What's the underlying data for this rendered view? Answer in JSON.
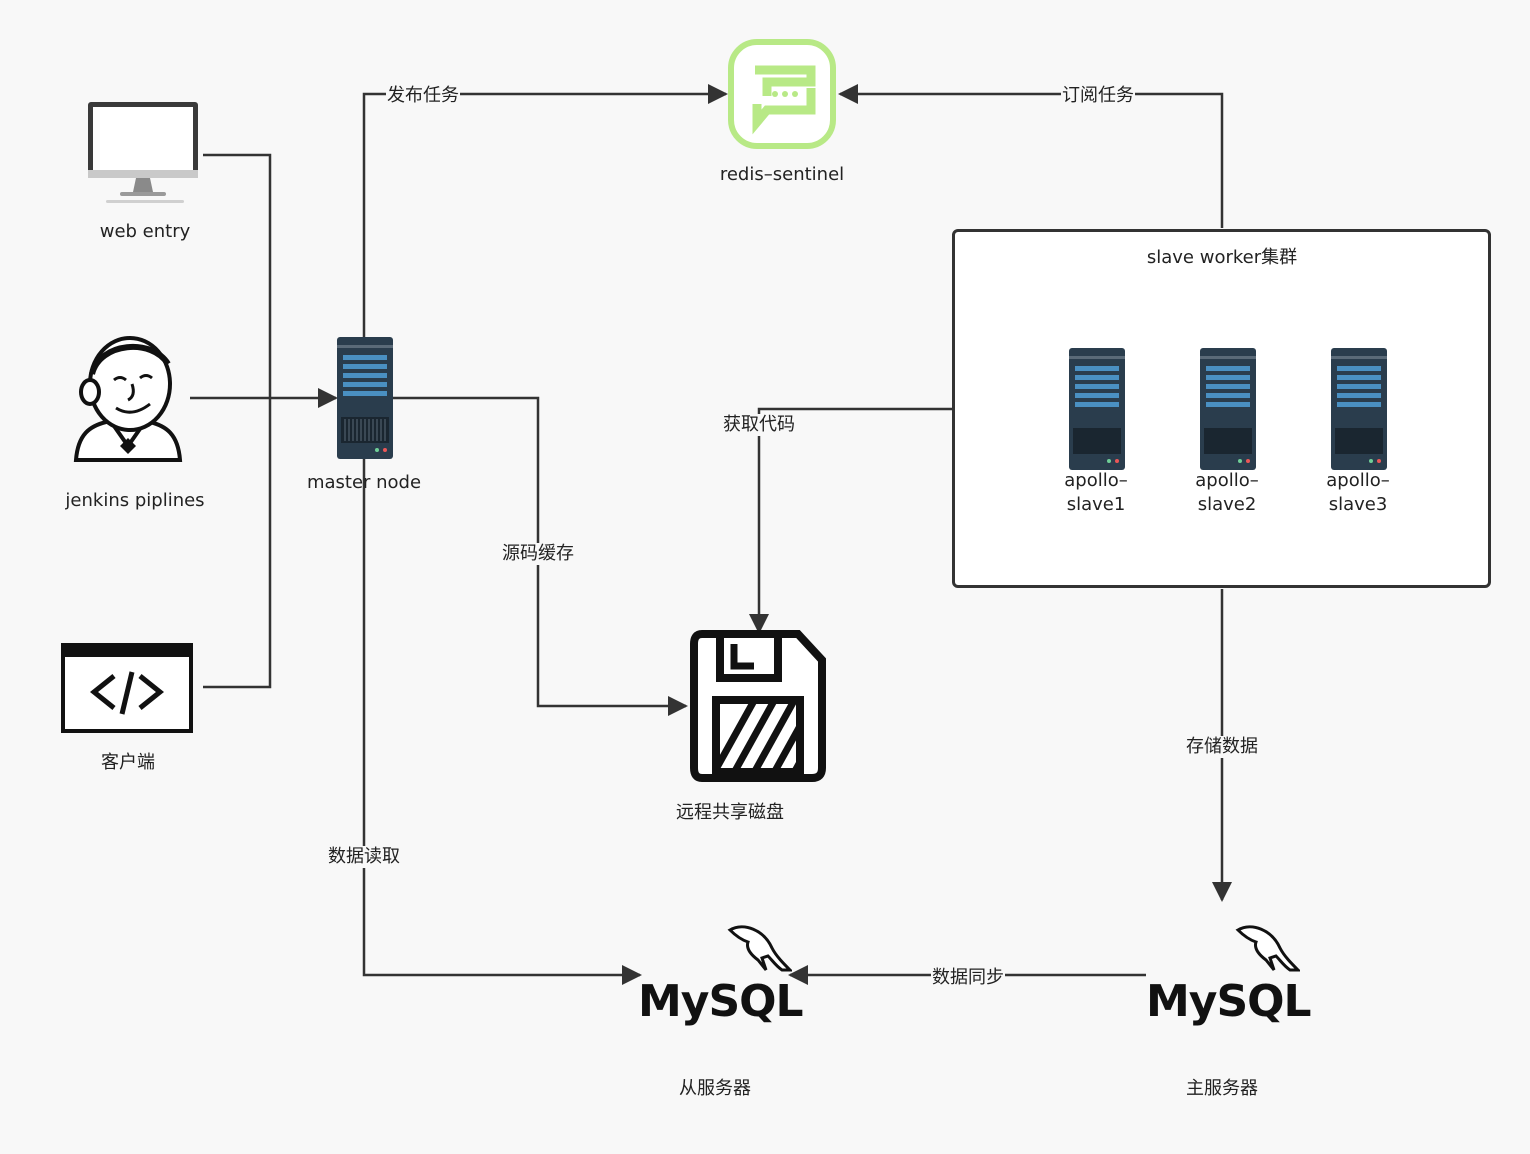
{
  "nodes": {
    "web_entry": "web entry",
    "jenkins": "jenkins piplines",
    "client": "客户端",
    "master": "master node",
    "redis": "redis–sentinel",
    "cluster_title": "slave worker集群",
    "slave1_line1": "apollo–",
    "slave1_line2": "slave1",
    "slave2_line1": "apollo–",
    "slave2_line2": "slave2",
    "slave3_line1": "apollo–",
    "slave3_line2": "slave3",
    "disk": "远程共享磁盘",
    "mysql_slave_logo": "MySQL",
    "mysql_slave": "从服务器",
    "mysql_master_logo": "MySQL",
    "mysql_master": "主服务器"
  },
  "edges": {
    "publish": "发布任务",
    "subscribe": "订阅任务",
    "fetch_code": "获取代码",
    "source_cache": "源码缓存",
    "store_data": "存储数据",
    "read_data": "数据读取",
    "sync_data": "数据同步"
  },
  "colors": {
    "line": "#333333",
    "redis_icon": "#b8e986",
    "server_body": "#2a3d4d",
    "server_bar": "#4a90c2"
  }
}
